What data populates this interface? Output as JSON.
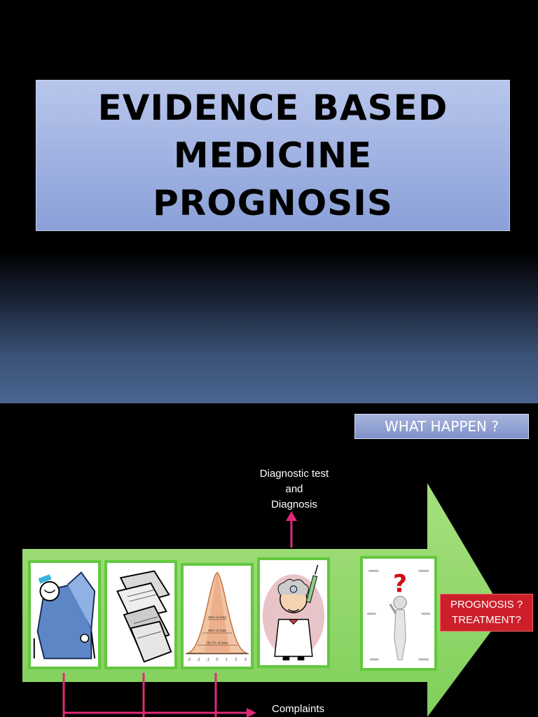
{
  "slide1": {
    "title_lines": [
      "EVIDENCE BASED",
      "MEDICINE",
      "PROGNOSIS"
    ]
  },
  "slide2": {
    "header": "WHAT HAPPEN ?",
    "diagnostic_label": [
      "Diagnostic test",
      "and",
      "Diagnosis"
    ],
    "prognosis_box": [
      "PROGNOSIS ?",
      "TREATMENT?"
    ],
    "complaints_label": "Complaints",
    "curve_labels": [
      "68% of data",
      "95% of data",
      "99.7% of data"
    ],
    "curve_ticks": [
      "-3",
      "-2",
      "-1",
      "0",
      "1",
      "2",
      "3"
    ],
    "colors": {
      "arrow_green": "#8ed66a",
      "card_border": "#62c83e",
      "connector_pink": "#e0287a",
      "prognosis_red": "#cc1f2a"
    },
    "icons": [
      "patient-in-bed-icon",
      "file-folders-icon",
      "bell-curve-icon",
      "doctor-with-syringe-icon",
      "question-mark-figure-icon"
    ]
  }
}
